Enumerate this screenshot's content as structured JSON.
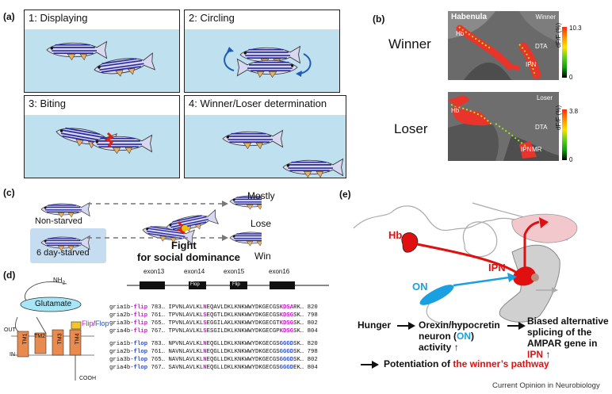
{
  "panel_a": {
    "label": "(a)",
    "stages": [
      {
        "title": "1: Displaying"
      },
      {
        "title": "2: Circling"
      },
      {
        "title": "3: Biting"
      },
      {
        "title": "4: Winner/Loser determination"
      }
    ]
  },
  "panel_b": {
    "label": "(b)",
    "winner_label": "Winner",
    "loser_label": "Loser",
    "winner_image": {
      "region": "Habenula",
      "corner": "Winner",
      "hb": "Hb",
      "dta": "DTA",
      "ipn": "IPN",
      "scale_max": "10.3",
      "scale_min": "0",
      "axis": "dF/F (%)"
    },
    "loser_image": {
      "corner": "Loser",
      "hb": "Hb",
      "dta": "DTA",
      "ipn": "IPN",
      "mr": "MR",
      "scale_max": "3.8",
      "scale_min": "0",
      "axis": "dF/F (%)"
    }
  },
  "panel_c": {
    "label": "(c)",
    "non_starved": "Non-starved",
    "starved": "6 day-starved",
    "fight_line1": "Fight",
    "fight_line2": "for social dominance",
    "mostly": "Mostly",
    "lose": "Lose",
    "win": "Win"
  },
  "panel_d": {
    "label": "(d)",
    "nh2": "NH",
    "nh2_sub": "2",
    "glutamate": "Glutamate",
    "flip": "Flip",
    "slash": "/",
    "flop": "Flop",
    "out": "OUT",
    "in": "IN",
    "cooh": "COOH",
    "tm": [
      "TM1",
      "TM2",
      "TM3",
      "TM4"
    ],
    "exons": [
      "exon13",
      "exon14",
      "exon15",
      "exon16"
    ],
    "exon_boxes": [
      "Flop",
      "Flip"
    ],
    "flip_rows": [
      {
        "gene": "gria1b-",
        "iso": "flip",
        "start": "783",
        "pre": "IPVNLAVLKL",
        "k": "N",
        "mid": "EQAVLDKLKNKWWYDKGECGS",
        "tail": "KDSA",
        "end": "RK",
        "stop": "820"
      },
      {
        "gene": "gria2b-",
        "iso": "flip",
        "start": "761",
        "pre": "TPVNLAVLKL",
        "k": "S",
        "mid": "EQGTLDKLKNKWWYDKGECGS",
        "tail": "KDSG",
        "end": "SK",
        "stop": "798"
      },
      {
        "gene": "gria3b-",
        "iso": "flip",
        "start": "765",
        "pre": "TPVNLAVLKL",
        "k": "S",
        "mid": "EGGILAKLKNKWWYDKGECGT",
        "tail": "KDSG",
        "end": "SK",
        "stop": "802"
      },
      {
        "gene": "gria4b-",
        "iso": "flip",
        "start": "767",
        "pre": "TPVNLAVLKL",
        "k": "S",
        "mid": "ESGILDKLKNKWWYDKGECGP",
        "tail": "KDSG",
        "end": "SK",
        "stop": "804"
      }
    ],
    "flop_rows": [
      {
        "gene": "gria1b-",
        "iso": "flop",
        "start": "783",
        "pre": "NPVNLAVLKL",
        "k": "N",
        "mid": "EQGLLDKLKNKWWYDKGECGS",
        "tail": "GGGD",
        "end": "SK",
        "stop": "820"
      },
      {
        "gene": "gria2b-",
        "iso": "flop",
        "start": "761",
        "pre": "NAVNLAVLKL",
        "k": "N",
        "mid": "EQGLLDKLKNKWWYDKGECGS",
        "tail": "GGGD",
        "end": "SK",
        "stop": "798"
      },
      {
        "gene": "gria3b-",
        "iso": "flop",
        "start": "765",
        "pre": "NAVNLAVLKL",
        "k": "N",
        "mid": "EQGLLDKLKNKWWYDKGECGS",
        "tail": "GGGD",
        "end": "SK",
        "stop": "802"
      },
      {
        "gene": "gria4b-",
        "iso": "flop",
        "start": "767",
        "pre": "SAVNLAVLKL",
        "k": "N",
        "mid": "EQGLLDKLKNKWWYDKGECGS",
        "tail": "GGGD",
        "end": "EK",
        "stop": "804"
      }
    ]
  },
  "panel_e": {
    "label": "(e)",
    "hb": "Hb",
    "ipn": "IPN",
    "on": "ON",
    "hunger": "Hunger",
    "orexin_line1": "Orexin/hypocretin",
    "orexin_line2_pre": "neuron (",
    "orexin_line2_on": "ON",
    "orexin_line2_post": ")",
    "orexin_line3": "activity ↑",
    "biased_line1": "Biased alternative",
    "biased_line2": "splicing of the",
    "biased_line3_pre": "AMPAR gene in ",
    "biased_line3_ipn": "IPN",
    "biased_line3_post": " ↑",
    "potentiation_pre": "Potentiation of ",
    "potentiation_red": "the winner’s pathway"
  },
  "footer": {
    "journal": "Current Opinion in Neurobiology"
  },
  "colors": {
    "flip": "#c020c0",
    "flop": "#3050c0",
    "red": "#e01010",
    "on_blue": "#1aa0e0",
    "water": "#bfe0ef",
    "tm_orange": "#e98a4e",
    "glutamate": "#a6e6f6"
  }
}
